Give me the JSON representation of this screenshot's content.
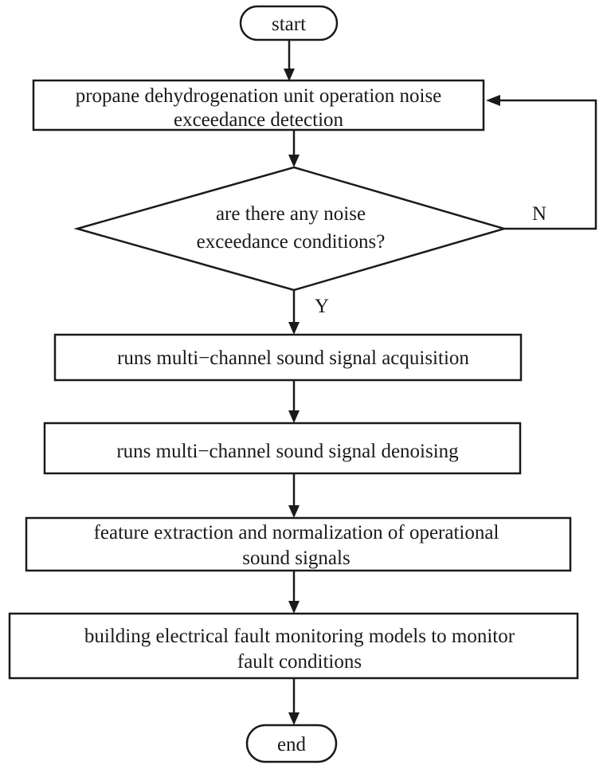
{
  "flowchart": {
    "start": "start",
    "step_detection": {
      "line1": "propane dehydrogenation unit operation noise",
      "line2": "exceedance detection"
    },
    "decision": {
      "line1": "are there any noise",
      "line2": "exceedance conditions?",
      "no_label": "N",
      "yes_label": "Y"
    },
    "step_acquisition": "runs multi−channel sound signal acquisition",
    "step_denoising": "runs multi−channel sound signal denoising",
    "step_features": {
      "line1": "feature extraction and normalization of operational",
      "line2": "sound signals"
    },
    "step_model": {
      "line1": "building electrical fault monitoring models to monitor",
      "line2": "fault conditions"
    },
    "end": "end"
  }
}
